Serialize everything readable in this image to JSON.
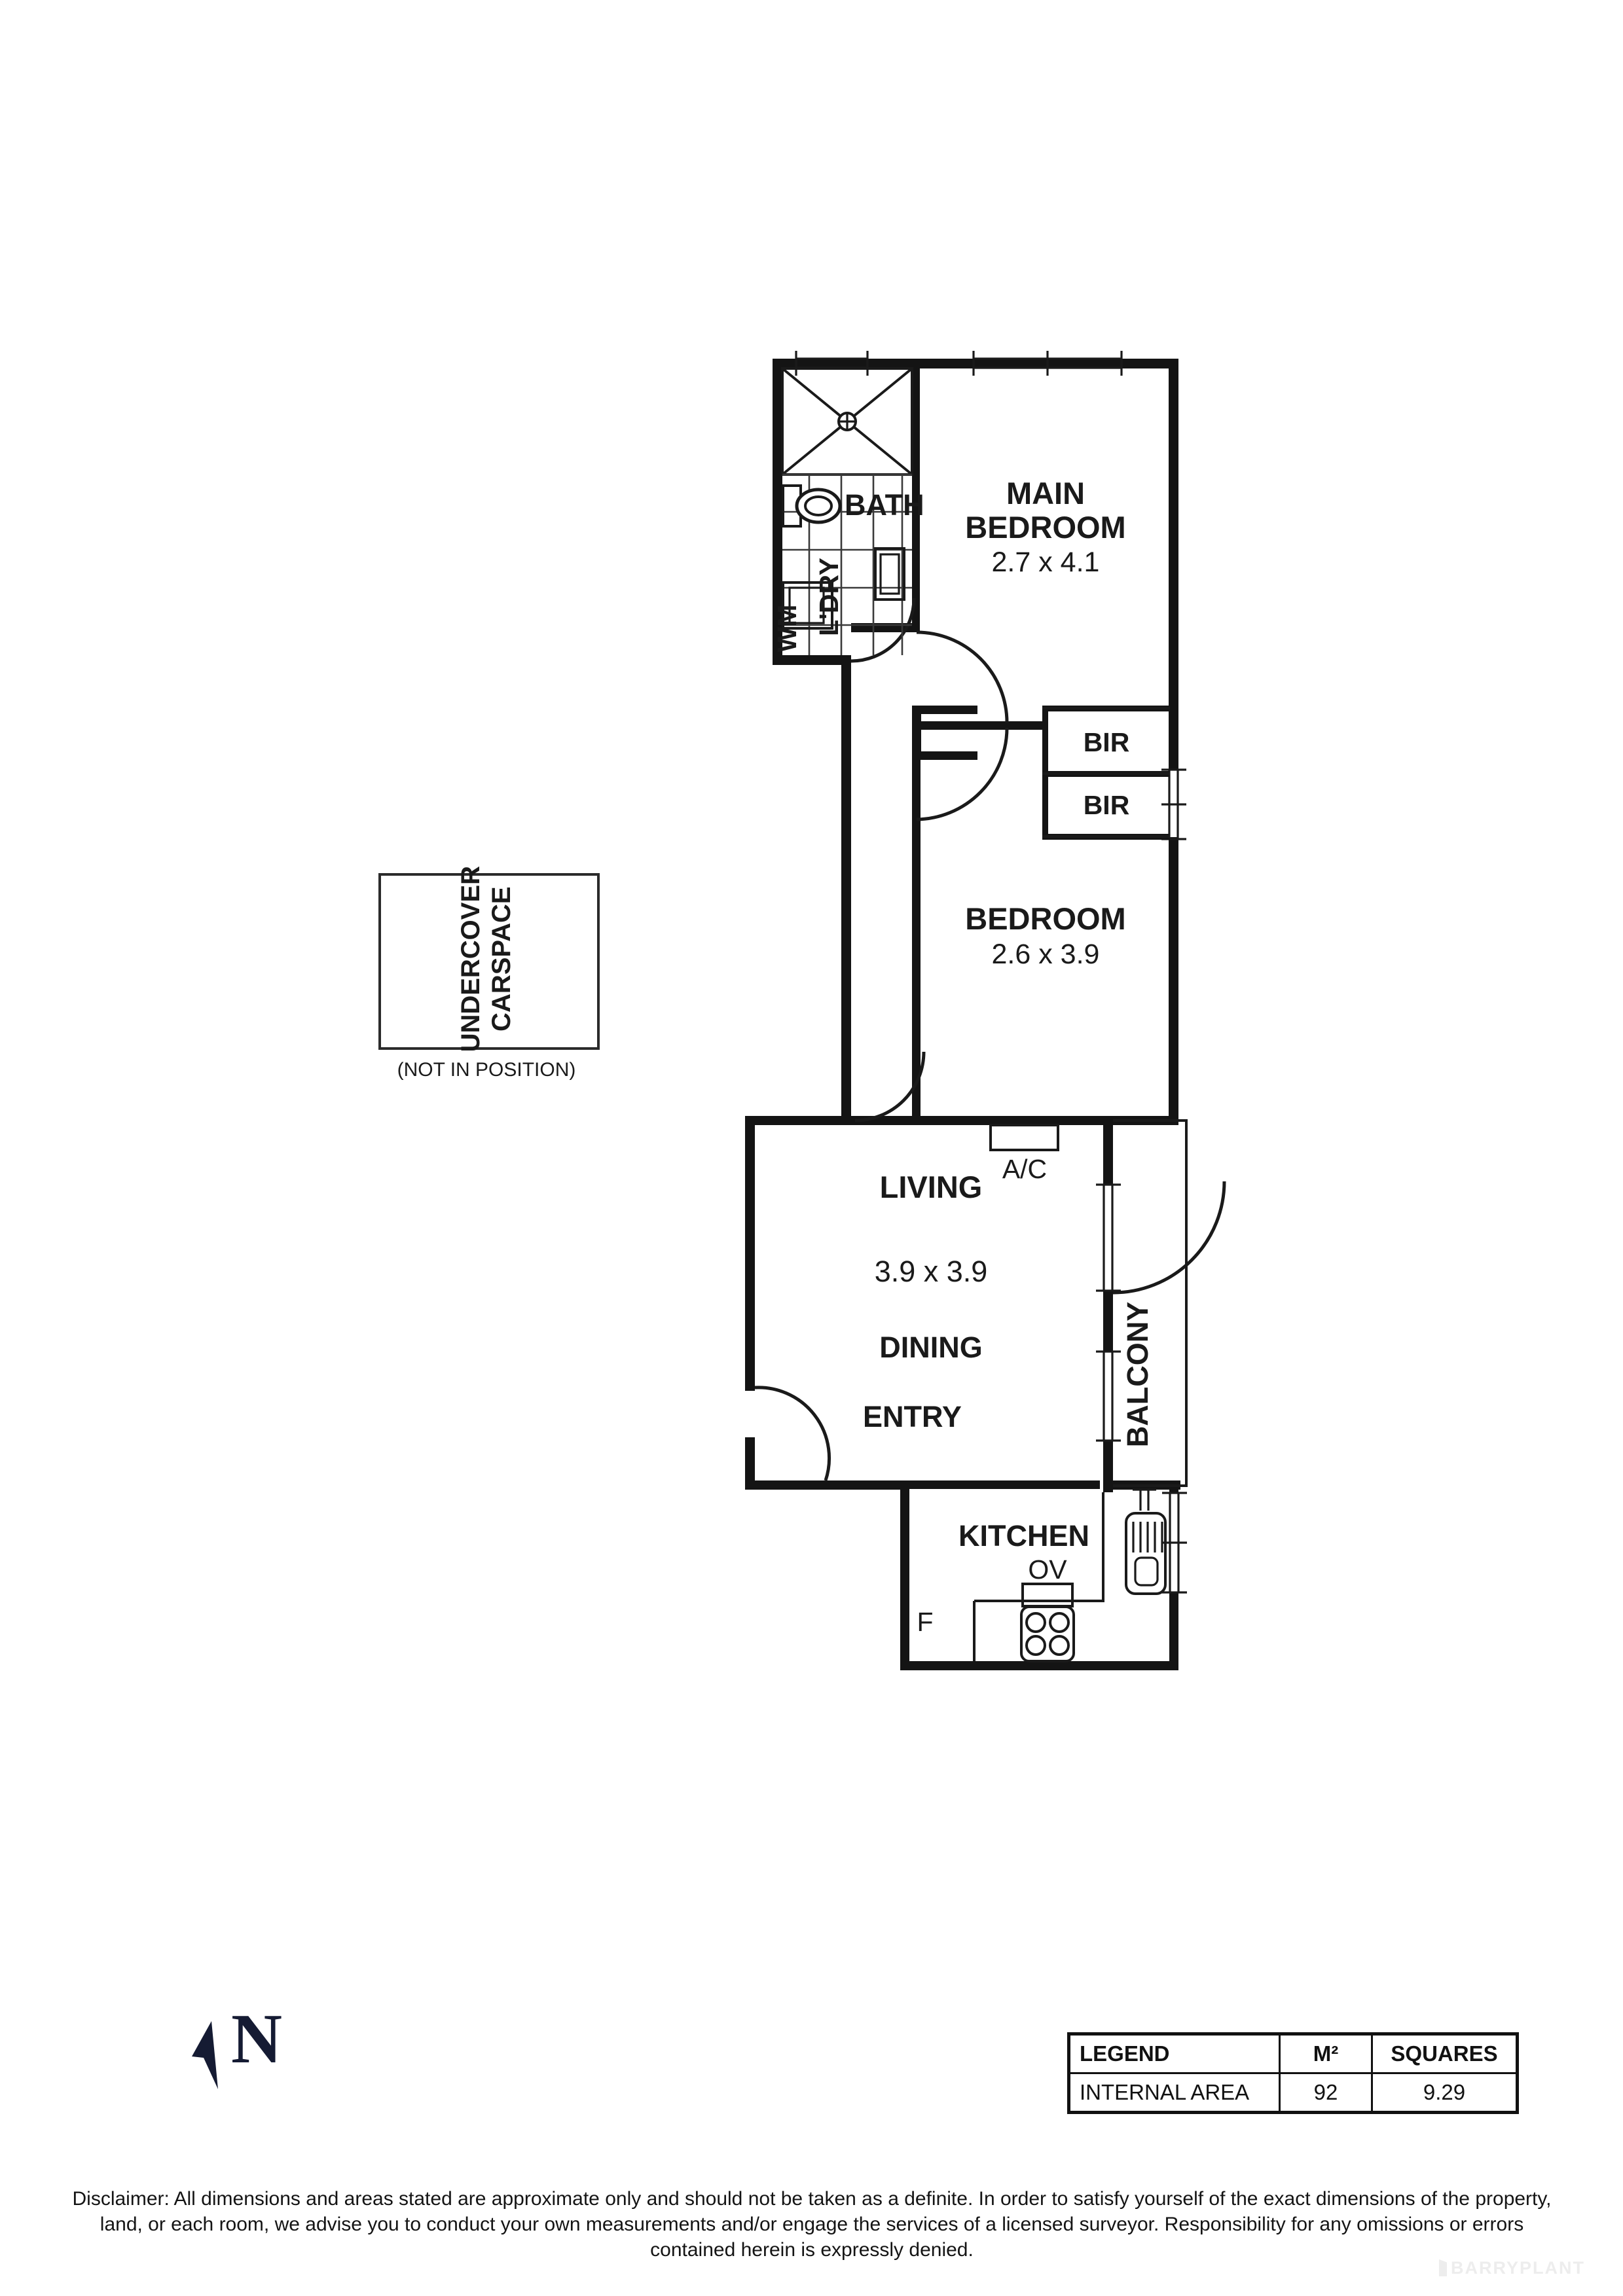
{
  "document": {
    "type": "floor-plan",
    "disclaimer": "Disclaimer: All dimensions and areas stated are approximate only and should not be taken as a definite. In order to satisfy yourself of the exact dimensions of the property, land, or each room, we advise you to conduct your own measurements and/or engage the services of a licensed surveyor. Responsibility for any omissions or errors contained herein is expressly denied.",
    "watermark": "BARRYPLANT"
  },
  "north_indicator": {
    "letter": "N",
    "icon": "north-arrow-icon",
    "color": "#151b33"
  },
  "carspace": {
    "label_line1": "UNDERCOVER",
    "label_line2": "CARSPACE",
    "note": "(NOT IN POSITION)"
  },
  "rooms": {
    "main_bedroom": {
      "name": "MAIN",
      "name2": "BEDROOM",
      "dimensions": "2.7 x 4.1"
    },
    "bedroom": {
      "name": "BEDROOM",
      "dimensions": "2.6 x 3.9"
    },
    "living": {
      "name": "LIVING",
      "dimensions": "3.9 x 3.9"
    },
    "dining": {
      "name": "DINING"
    },
    "entry": {
      "name": "ENTRY"
    },
    "kitchen": {
      "name": "KITCHEN"
    },
    "bath": {
      "name": "BATH"
    },
    "laundry": {
      "name": "L'DRY"
    },
    "balcony": {
      "name": "BALCONY"
    }
  },
  "fixtures": {
    "washing_machine": "WM",
    "oven": "OV",
    "fridge": "F",
    "air_conditioner": "A/C",
    "built_in_robe_1": "BIR",
    "built_in_robe_2": "BIR"
  },
  "legend": {
    "headers": [
      "LEGEND",
      "M²",
      "SQUARES"
    ],
    "rows": [
      {
        "name": "INTERNAL AREA",
        "m2": "92",
        "squares": "9.29"
      }
    ]
  }
}
